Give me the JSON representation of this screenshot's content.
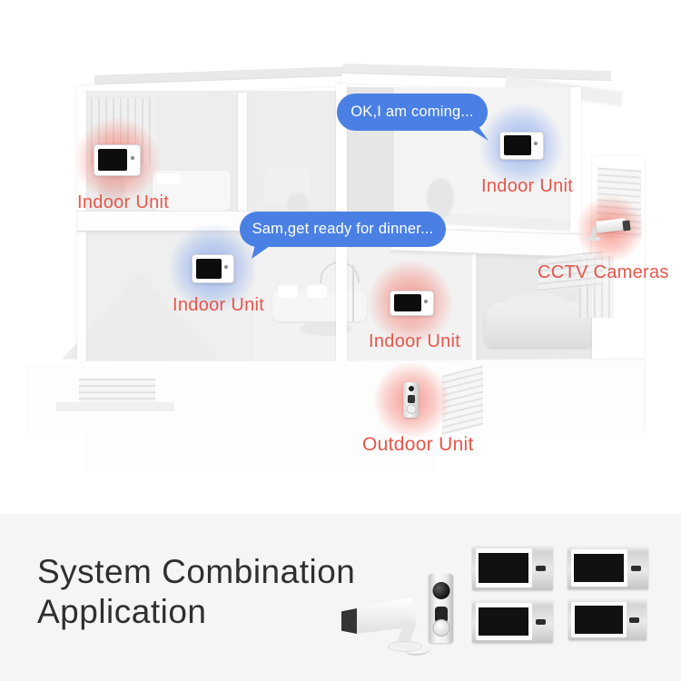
{
  "scene": {
    "bubbles": [
      {
        "id": "bubble-ok",
        "text": "OK,I am coming...",
        "color": "#4a80e4",
        "text_color": "#ffffff"
      },
      {
        "id": "bubble-sam",
        "text": "Sam,get ready for dinner...",
        "color": "#4a80e4",
        "text_color": "#ffffff"
      }
    ],
    "labels": [
      {
        "id": "indoor-unit-top-left",
        "text": "Indoor Unit"
      },
      {
        "id": "indoor-unit-top-right",
        "text": "Indoor Unit"
      },
      {
        "id": "indoor-unit-mid-left",
        "text": "Indoor Unit"
      },
      {
        "id": "indoor-unit-center",
        "text": "Indoor Unit"
      },
      {
        "id": "cctv-cameras",
        "text": "CCTV Cameras"
      },
      {
        "id": "outdoor-unit",
        "text": "Outdoor Unit"
      }
    ],
    "label_color": "#e8564a",
    "glow_colors": {
      "red": "#f25a4b",
      "blue": "#628fec"
    },
    "icons": [
      "indoor-unit-monitor-icon",
      "cctv-bullet-camera-icon",
      "outdoor-doorbell-icon"
    ]
  },
  "bottom": {
    "title_line1": "System Combination",
    "title_line2": "Application",
    "title_color": "#2f2f2f",
    "background": "#f5f5f5",
    "product_icons": [
      "cctv-camera-product-icon",
      "outdoor-doorbell-product-icon",
      "indoor-monitor-product-icon-1",
      "indoor-monitor-product-icon-2",
      "indoor-monitor-product-icon-3",
      "indoor-monitor-product-icon-4"
    ]
  }
}
